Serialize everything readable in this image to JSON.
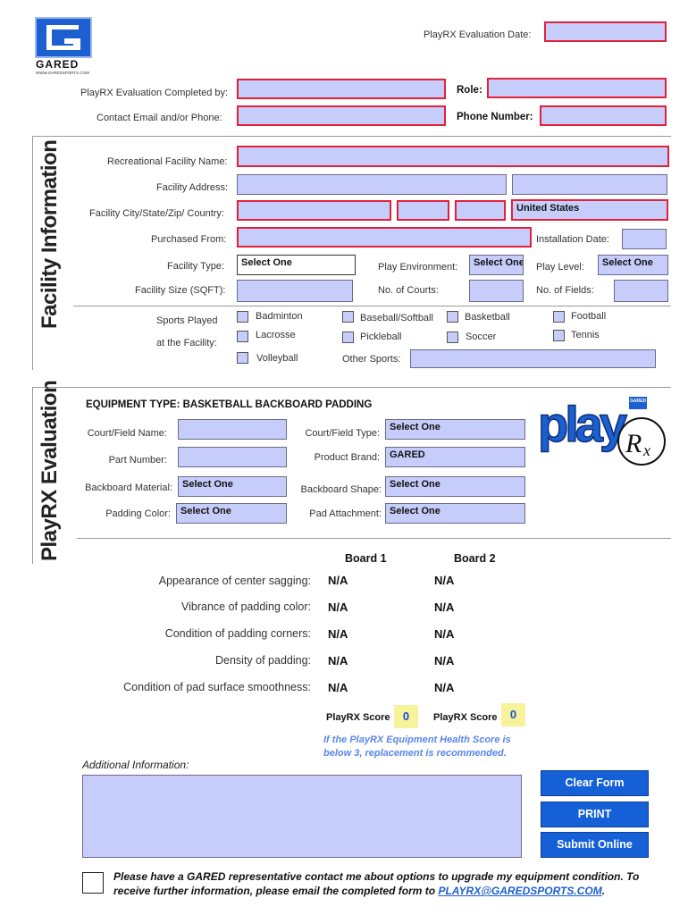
{
  "logo": {
    "brand": "GARED",
    "url": "WWW.GAREDSPORTS.COM"
  },
  "header": {
    "eval_date_label": "PlayRX Evaluation Date:",
    "completed_by_label": "PlayRX Evaluation Completed by:",
    "role_label": "Role:",
    "contact_label": "Contact Email and/or Phone:",
    "phone_label": "Phone Number:"
  },
  "facility": {
    "section_title": "Facility Information",
    "name_label": "Recreational Facility Name:",
    "address_label": "Facility Address:",
    "city_label": "Facility City/State/Zip/ Country:",
    "country_value": "United States",
    "purchased_label": "Purchased From:",
    "install_label": "Installation Date:",
    "type_label": "Facility Type:",
    "type_value": "Select One",
    "env_label": "Play Environment:",
    "env_value": "Select One",
    "level_label": "Play Level:",
    "level_value": "Select One",
    "size_label": "Facility Size (SQFT):",
    "courts_label": "No. of Courts:",
    "fields_label": "No. of Fields:",
    "sports_label_1": "Sports Played",
    "sports_label_2": "at the Facility:",
    "sports": [
      "Badminton",
      "Baseball/Softball",
      "Basketball",
      "Football",
      "Lacrosse",
      "Pickleball",
      "Soccer",
      "Tennis",
      "Volleyball"
    ],
    "other_label": "Other Sports:"
  },
  "evaluation": {
    "section_title": "PlayRX Evaluation",
    "equipment_title": "EQUIPMENT TYPE: BASKETBALL BACKBOARD PADDING",
    "court_name_label": "Court/Field Name:",
    "court_type_label": "Court/Field Type:",
    "court_type_value": "Select One",
    "part_label": "Part Number:",
    "brand_label": "Product Brand:",
    "brand_value": "GARED",
    "material_label": "Backboard Material:",
    "material_value": "Select One",
    "shape_label": "Backboard Shape:",
    "shape_value": "Select One",
    "color_label": "Padding Color:",
    "color_value": "Select One",
    "attach_label": "Pad Attachment:",
    "attach_value": "Select One",
    "board1": "Board 1",
    "board2": "Board 2",
    "rows": [
      {
        "label": "Appearance of center sagging:",
        "b1": "N/A",
        "b2": "N/A"
      },
      {
        "label": "Vibrance of padding color:",
        "b1": "N/A",
        "b2": "N/A"
      },
      {
        "label": "Condition of padding corners:",
        "b1": "N/A",
        "b2": "N/A"
      },
      {
        "label": "Density of padding:",
        "b1": "N/A",
        "b2": "N/A"
      },
      {
        "label": "Condition of pad surface smoothness:",
        "b1": "N/A",
        "b2": "N/A"
      }
    ],
    "score_label": "PlayRX Score",
    "score1": "0",
    "score2": "0",
    "note_1": "If the PlayRX Equipment Health Score is",
    "note_2": "below 3, replacement is recommended.",
    "additional_label": "Additional Information:"
  },
  "playrx_logo": {
    "brand": "GARED",
    "word": "play",
    "suffix": "Rx"
  },
  "buttons": {
    "clear": "Clear Form",
    "print": "PRINT",
    "submit": "Submit Online"
  },
  "footer": {
    "line1": "Please have a GARED representative contact me about options to upgrade my equipment condition. To",
    "line2": "receive further information, please email the completed form to",
    "email": "PLAYRX@GAREDSPORTS.COM",
    "end": "."
  },
  "colors": {
    "field": "#c7cdfb",
    "required": "#e3203a",
    "button": "#1560d6",
    "score_bg": "#f6f39a"
  }
}
